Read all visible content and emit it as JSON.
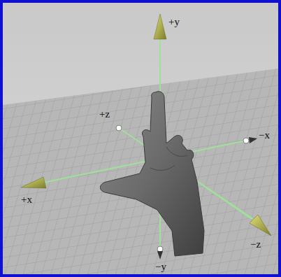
{
  "diagram": {
    "labels": [
      "+y",
      "+z",
      "−x",
      "+x",
      "−z",
      "−y"
    ]
  }
}
